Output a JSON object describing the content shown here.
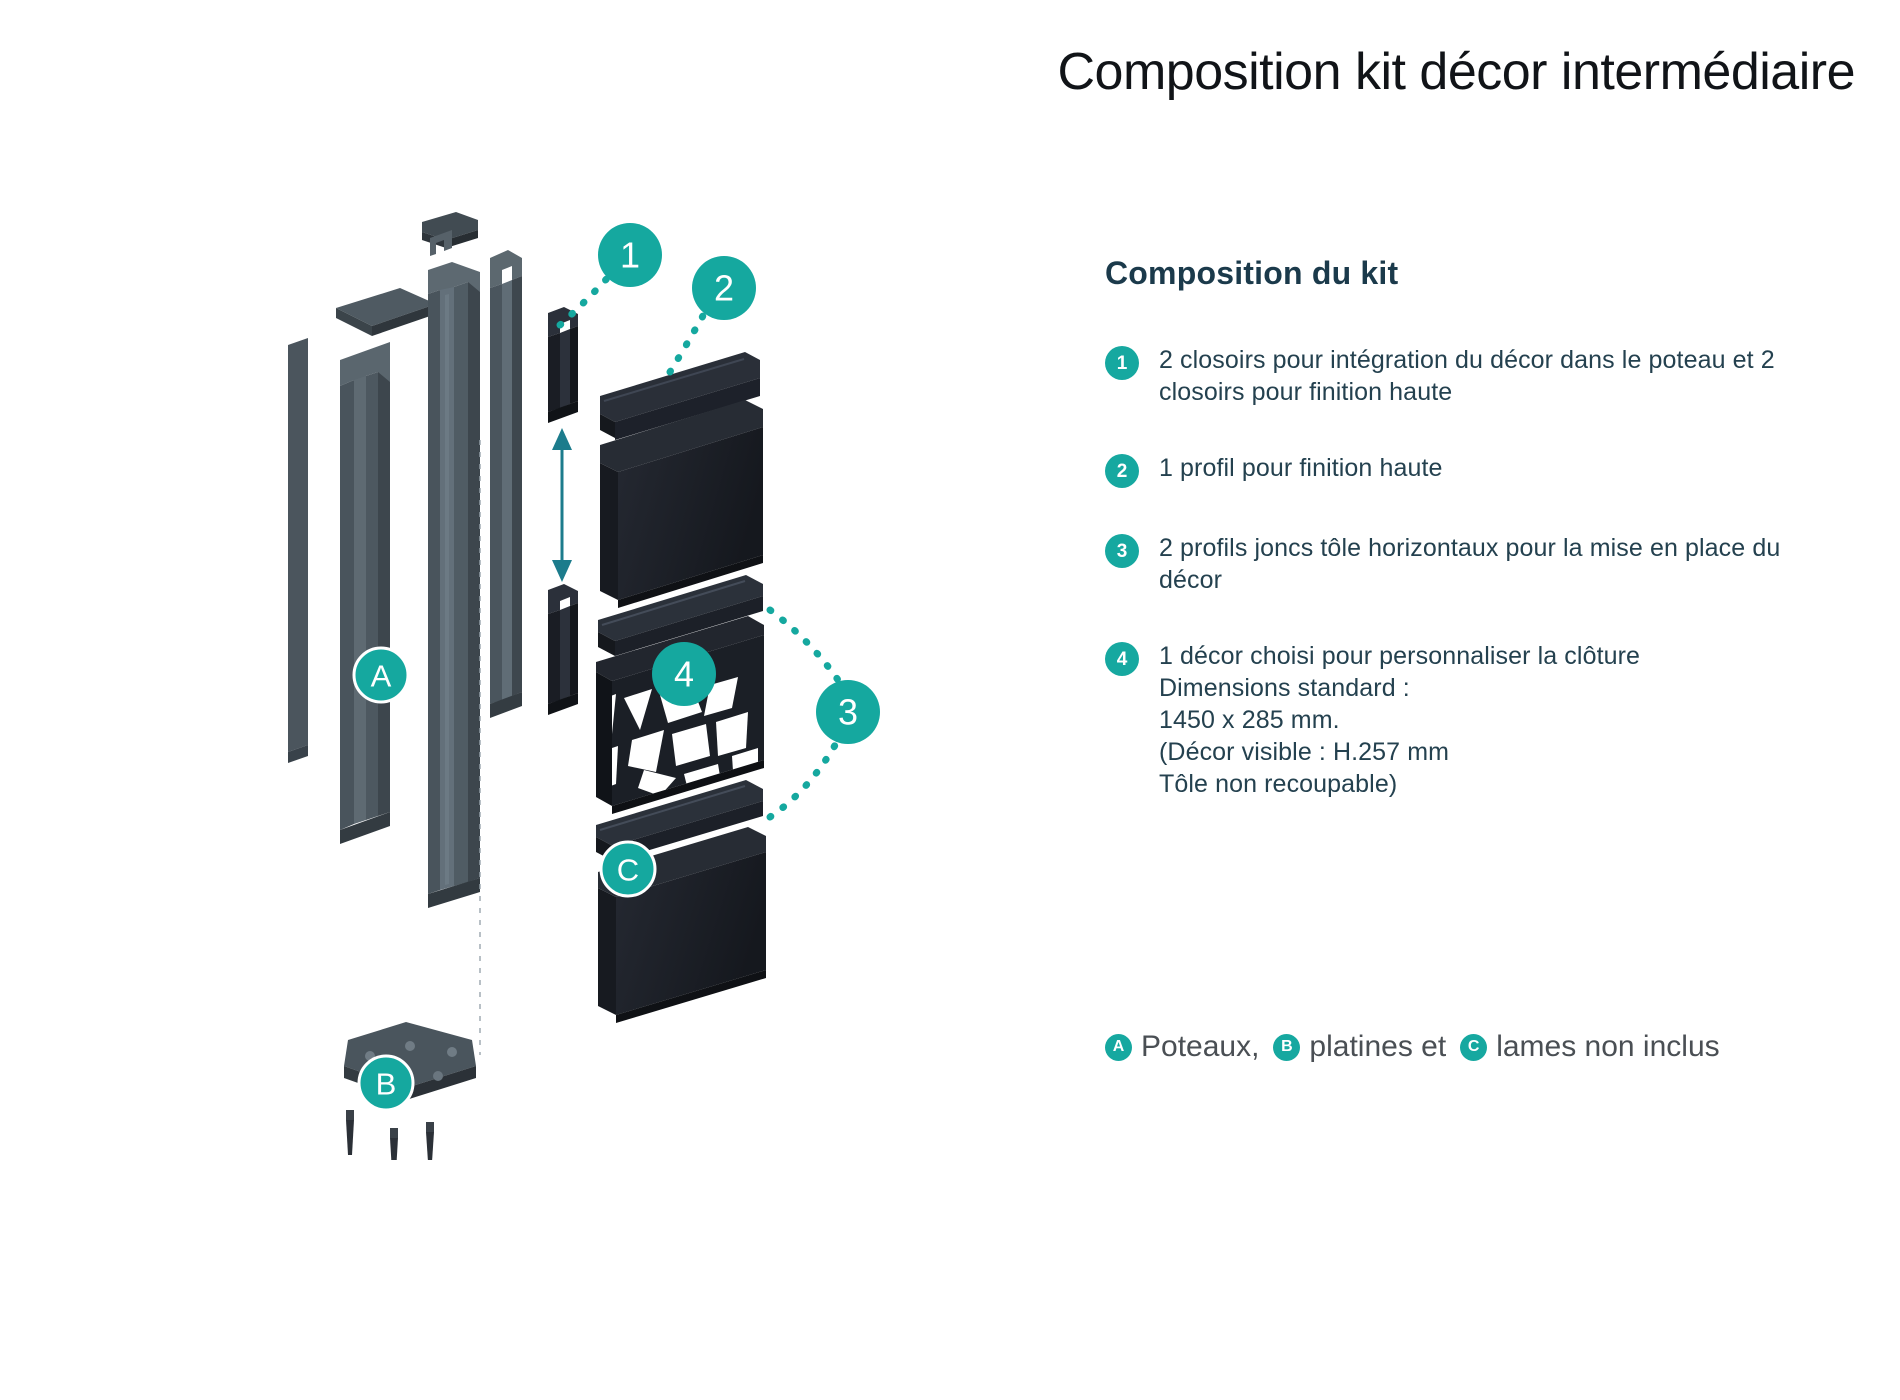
{
  "title": "Composition kit décor intermédiaire",
  "panel": {
    "heading": "Composition du kit",
    "items": [
      {
        "badge": "1",
        "text": "2 closoirs pour intégration du décor dans le poteau et 2 closoirs pour finition haute"
      },
      {
        "badge": "2",
        "text": "1 profil pour finition haute"
      },
      {
        "badge": "3",
        "text": "2 profils joncs tôle horizontaux pour la mise en place du décor"
      },
      {
        "badge": "4",
        "text": "1 décor choisi pour personnaliser la clôture\nDimensions standard :\n1450 x 285 mm.\n(Décor visible : H.257 mm\n Tôle non recoupable)"
      }
    ]
  },
  "footnote": {
    "segments": [
      {
        "badge": "A",
        "label": "Poteaux,"
      },
      {
        "badge": "B",
        "label": "platines et"
      },
      {
        "badge": "C",
        "label": "lames non inclus"
      }
    ]
  },
  "diagram": {
    "callouts": [
      {
        "id": "1",
        "label": "1"
      },
      {
        "id": "2",
        "label": "2"
      },
      {
        "id": "3",
        "label": "3"
      },
      {
        "id": "4",
        "label": "4"
      },
      {
        "id": "A",
        "label": "A"
      },
      {
        "id": "B",
        "label": "B"
      },
      {
        "id": "C",
        "label": "C"
      }
    ],
    "parts": [
      "post-cap",
      "post-rear-profile",
      "post-front-profile",
      "post-side-strip",
      "closoir-top",
      "closoir-bottom",
      "finition-haute-profile",
      "upper-lame-panel",
      "jonc-profile-upper",
      "decor-lattice-panel",
      "jonc-profile-lower",
      "lower-lame-panel",
      "base-plate",
      "anchor-screws"
    ]
  },
  "colors": {
    "accent": "#16a8a0",
    "heading": "#1b3a4b",
    "body_text": "#24414f",
    "title": "#111418",
    "metal_grey": "#4e5b63",
    "metal_dark": "#1e2128",
    "background": "#ffffff"
  }
}
